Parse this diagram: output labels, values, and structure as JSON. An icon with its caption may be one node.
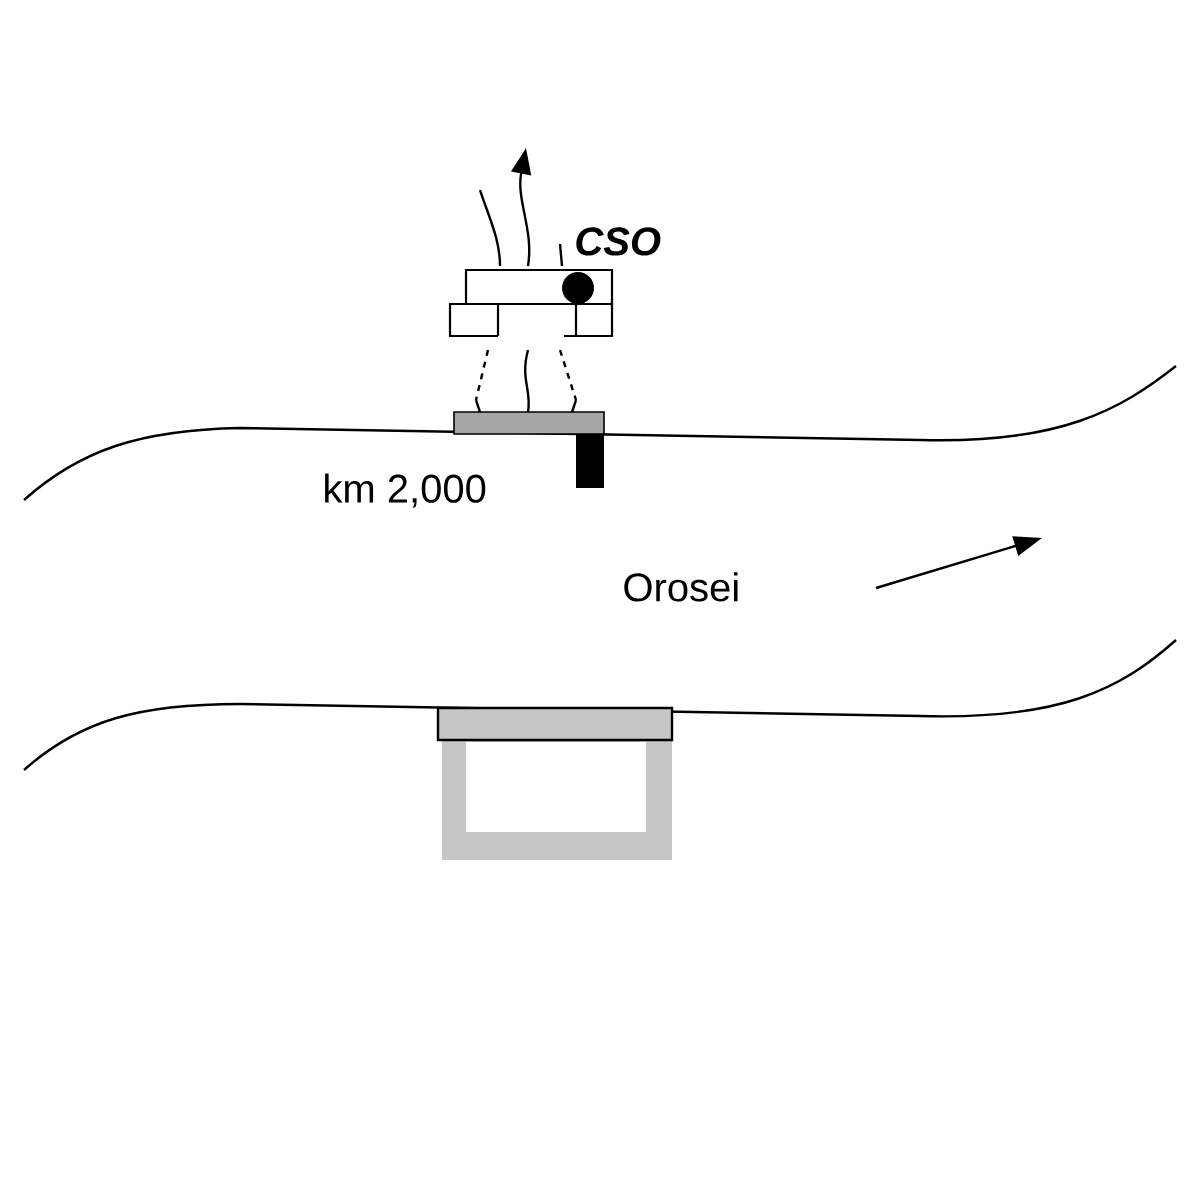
{
  "diagram": {
    "labels": [
      "CSO",
      "km 2,000",
      "Orosei"
    ]
  }
}
